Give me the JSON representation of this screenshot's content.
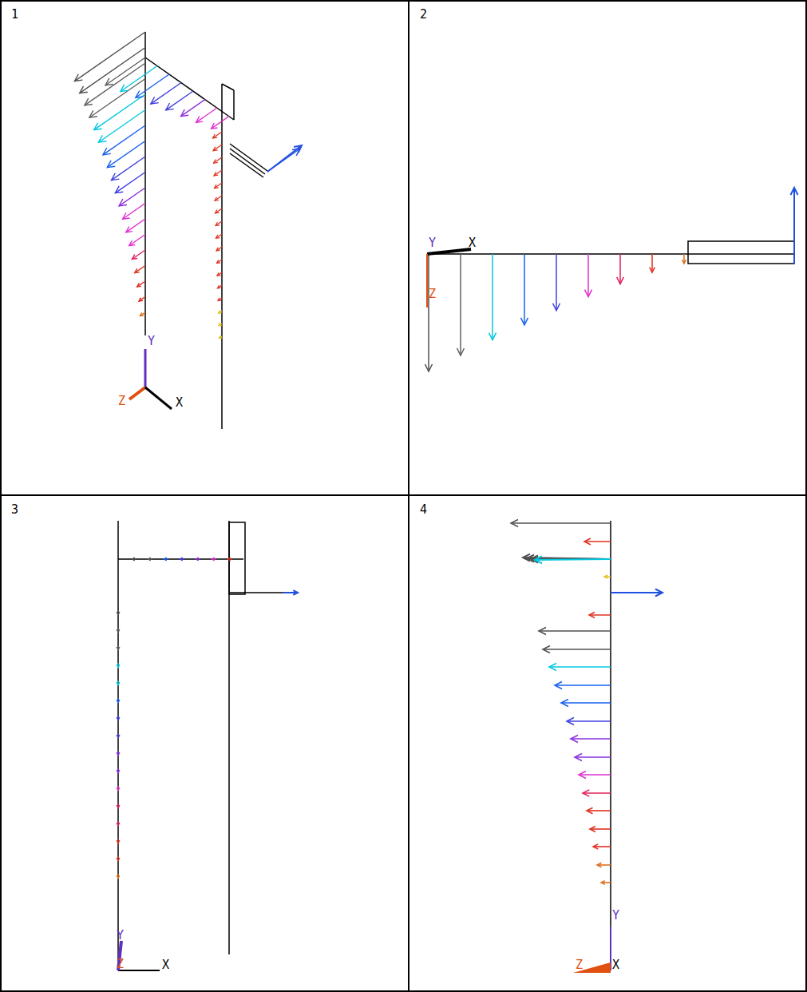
{
  "diagram": {
    "labels": [
      "1",
      "2",
      "3",
      "4",
      "Y",
      "Z",
      "X",
      "Y",
      "X",
      "Z",
      "Y",
      "Z",
      "X",
      "Y",
      "Z",
      "X"
    ]
  }
}
